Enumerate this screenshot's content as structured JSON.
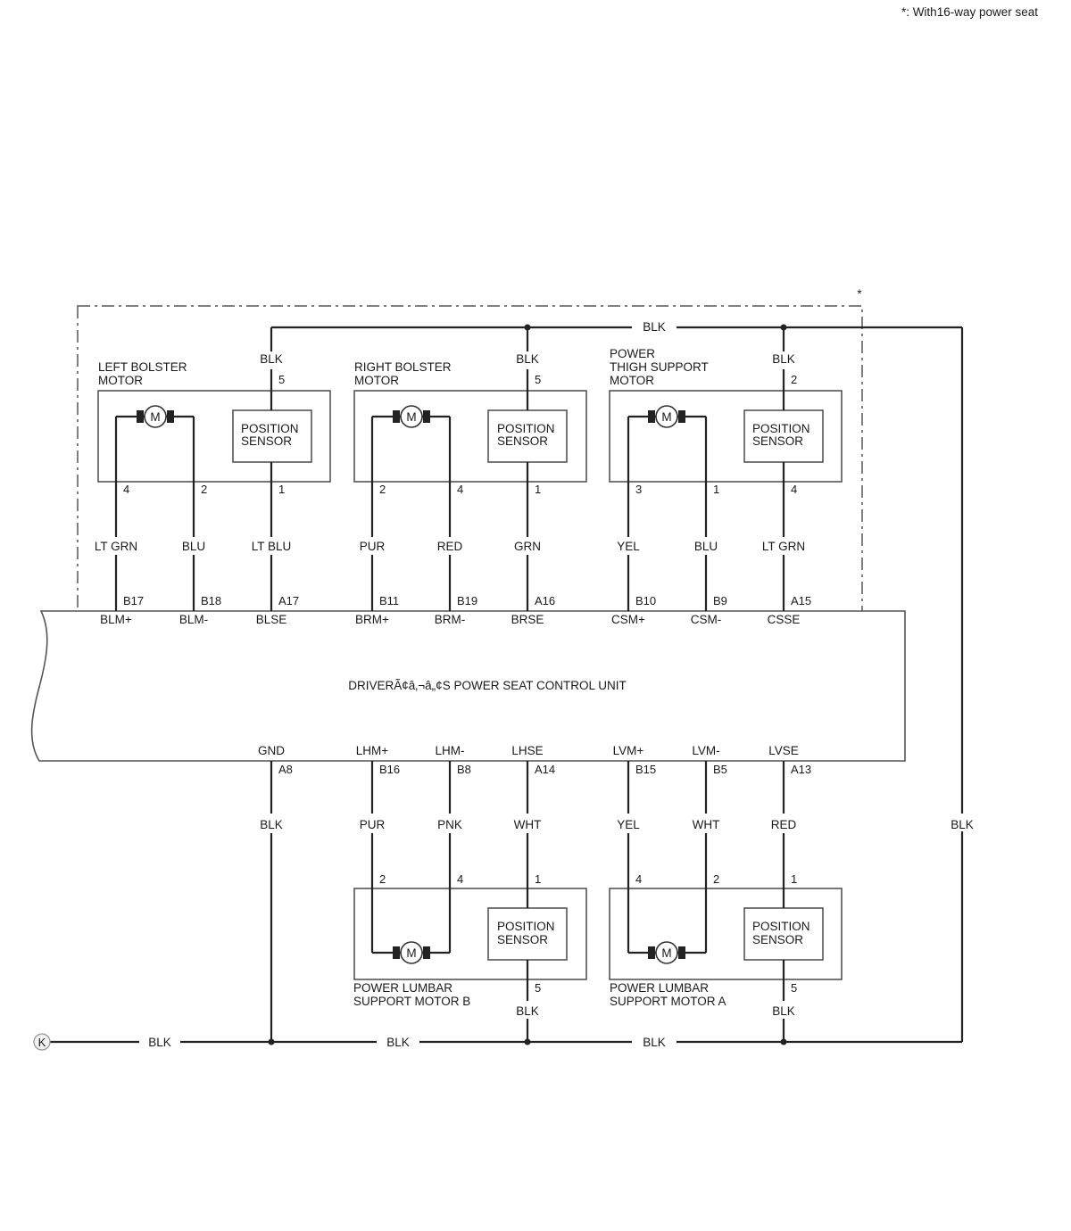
{
  "note": "*: With16-way power seat",
  "asterisk": "*",
  "unit_label": "DRIVERÃ¢â‚¬â„¢S POWER SEAT CONTROL UNIT",
  "wire_top_bus": "BLK",
  "wire_right_riser": "BLK",
  "ground_bus_labels": [
    "BLK",
    "BLK",
    "BLK"
  ],
  "ground_point": "K",
  "motor_symbol": "M",
  "top_motors": [
    {
      "name_lines": [
        "LEFT BOLSTER",
        "MOTOR"
      ],
      "sensor_lines": [
        "POSITION",
        "SENSOR"
      ],
      "feed_color": "BLK",
      "feed_pin": "5",
      "wires": [
        {
          "pin": "4",
          "color": "LT GRN",
          "conn": "B17",
          "term": "BLM+"
        },
        {
          "pin": "2",
          "color": "BLU",
          "conn": "B18",
          "term": "BLM-"
        },
        {
          "pin": "1",
          "color": "LT BLU",
          "conn": "A17",
          "term": "BLSE"
        }
      ]
    },
    {
      "name_lines": [
        "RIGHT BOLSTER",
        "MOTOR"
      ],
      "sensor_lines": [
        "POSITION",
        "SENSOR"
      ],
      "feed_color": "BLK",
      "feed_pin": "5",
      "wires": [
        {
          "pin": "2",
          "color": "PUR",
          "conn": "B11",
          "term": "BRM+"
        },
        {
          "pin": "4",
          "color": "RED",
          "conn": "B19",
          "term": "BRM-"
        },
        {
          "pin": "1",
          "color": "GRN",
          "conn": "A16",
          "term": "BRSE"
        }
      ]
    },
    {
      "name_lines": [
        "POWER",
        "THIGH SUPPORT",
        "MOTOR"
      ],
      "sensor_lines": [
        "POSITION",
        "SENSOR"
      ],
      "feed_color": "BLK",
      "feed_pin": "2",
      "wires": [
        {
          "pin": "3",
          "color": "YEL",
          "conn": "B10",
          "term": "CSM+"
        },
        {
          "pin": "1",
          "color": "BLU",
          "conn": "B9",
          "term": "CSM-"
        },
        {
          "pin": "4",
          "color": "LT GRN",
          "conn": "A15",
          "term": "CSSE"
        }
      ]
    }
  ],
  "ground_wire": {
    "term": "GND",
    "conn": "A8",
    "color": "BLK"
  },
  "bottom_motors": [
    {
      "name_lines": [
        "POWER LUMBAR",
        "SUPPORT MOTOR B"
      ],
      "sensor_lines": [
        "POSITION",
        "SENSOR"
      ],
      "gnd_pin": "5",
      "gnd_color": "BLK",
      "wires": [
        {
          "term": "LHM+",
          "conn": "B16",
          "color": "PUR",
          "pin": "2"
        },
        {
          "term": "LHM-",
          "conn": "B8",
          "color": "PNK",
          "pin": "4"
        },
        {
          "term": "LHSE",
          "conn": "A14",
          "color": "WHT",
          "pin": "1"
        }
      ]
    },
    {
      "name_lines": [
        "POWER LUMBAR",
        "SUPPORT MOTOR A"
      ],
      "sensor_lines": [
        "POSITION",
        "SENSOR"
      ],
      "gnd_pin": "5",
      "gnd_color": "BLK",
      "wires": [
        {
          "term": "LVM+",
          "conn": "B15",
          "color": "YEL",
          "pin": "4"
        },
        {
          "term": "LVM-",
          "conn": "B5",
          "color": "WHT",
          "pin": "2"
        },
        {
          "term": "LVSE",
          "conn": "A13",
          "color": "RED",
          "pin": "1"
        }
      ]
    }
  ]
}
